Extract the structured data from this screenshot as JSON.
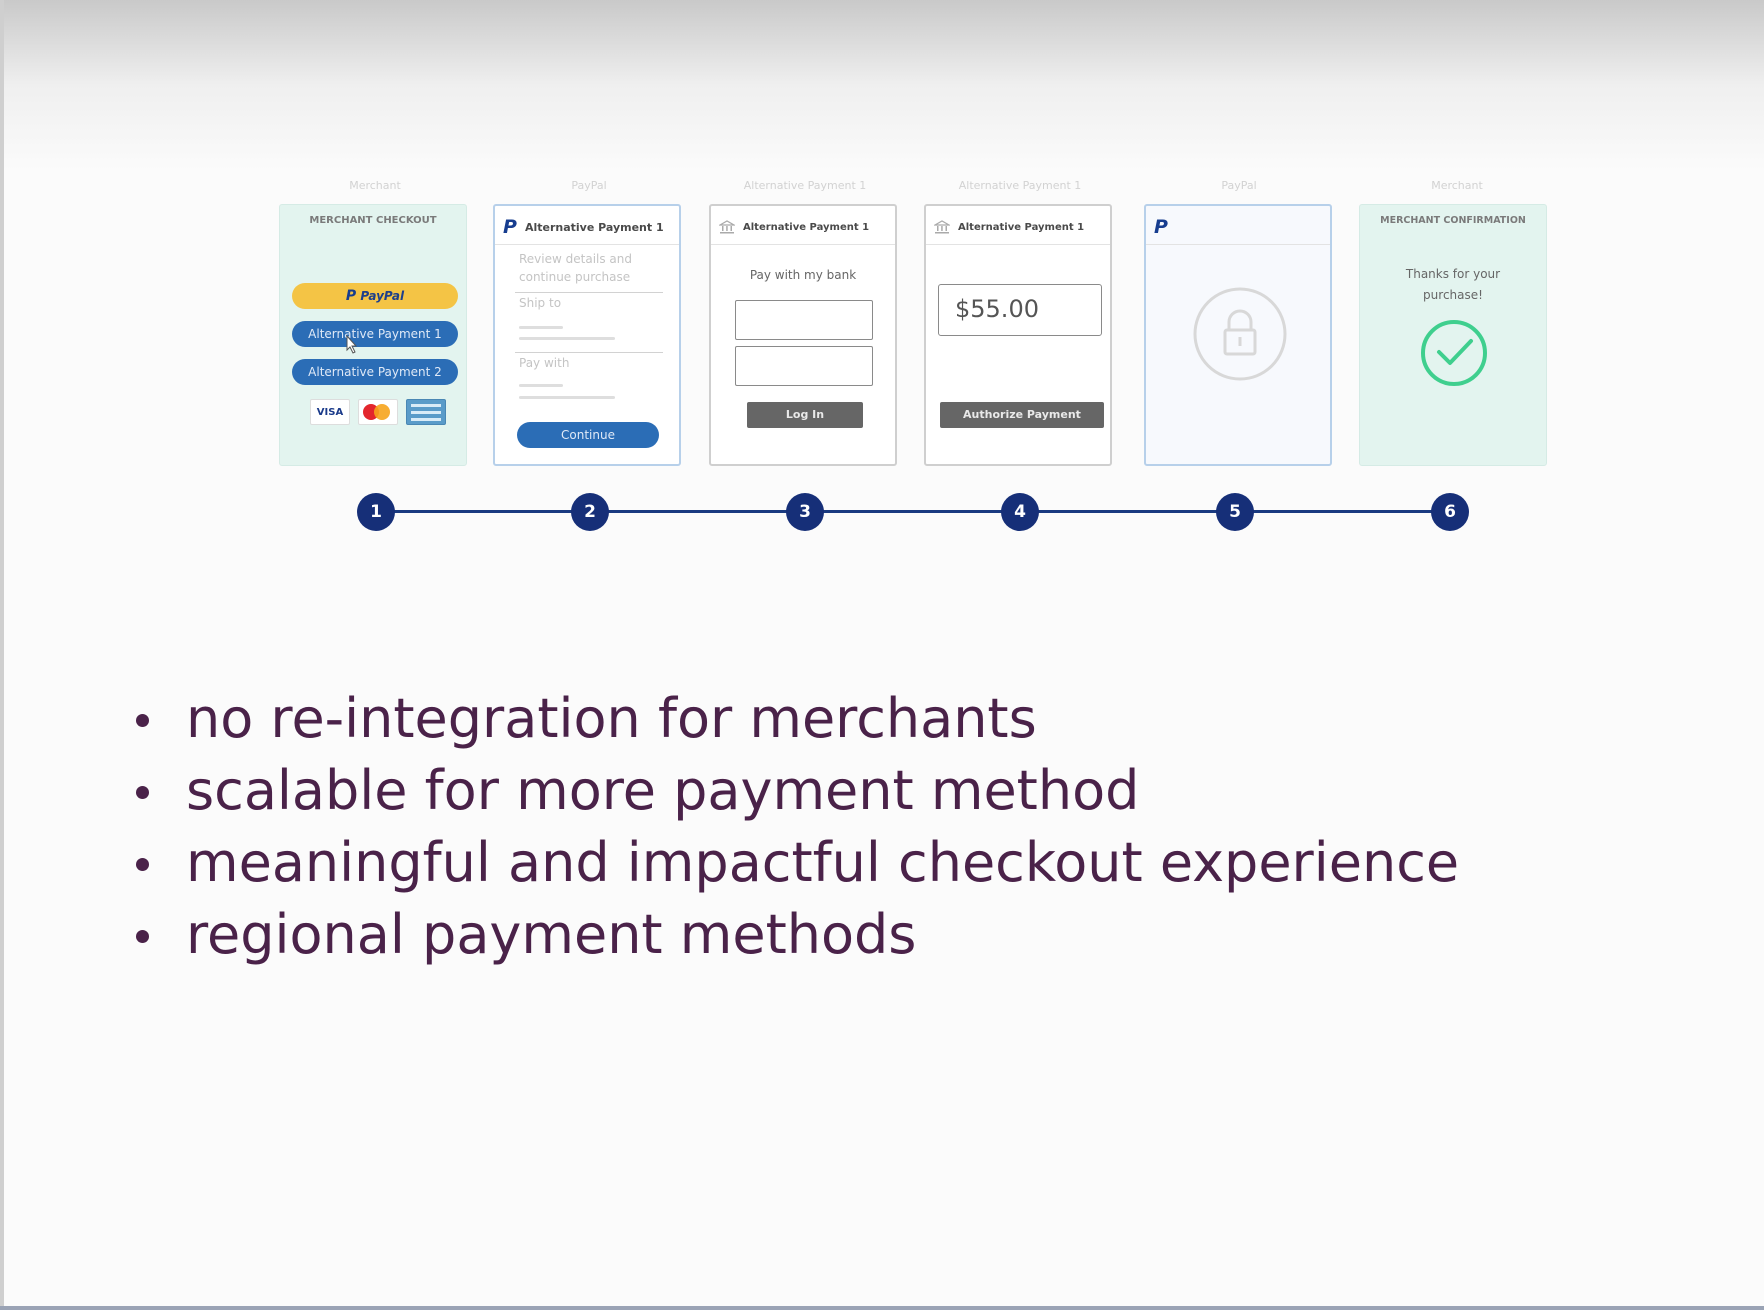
{
  "steps": [
    {
      "number": "1",
      "caption": "Merchant",
      "header": "MERCHANT CHECKOUT",
      "paypal_button": "PayPal",
      "alt_button_1": "Alternative Payment 1",
      "alt_button_2": "Alternative Payment 2",
      "card_logos": [
        "VISA",
        "mastercard",
        "amex"
      ]
    },
    {
      "number": "2",
      "caption": "PayPal",
      "header": "Alternative Payment 1",
      "review_text_1": "Review details and",
      "review_text_2": "continue purchase",
      "ship_to": "Ship to",
      "pay_with": "Pay with",
      "continue_button": "Continue"
    },
    {
      "number": "3",
      "caption": "Alternative Payment 1",
      "header": "Alternative Payment 1",
      "prompt": "Pay with my bank",
      "login_button": "Log In"
    },
    {
      "number": "4",
      "caption": "Alternative Payment 1",
      "header": "Alternative Payment 1",
      "amount": "$55.00",
      "authorize_button": "Authorize Payment"
    },
    {
      "number": "5",
      "caption": "PayPal",
      "icon": "lock-icon"
    },
    {
      "number": "6",
      "caption": "Merchant",
      "header": "MERCHANT CONFIRMATION",
      "thanks_1": "Thanks for your",
      "thanks_2": "purchase!",
      "icon": "check-circle-icon"
    }
  ],
  "bullets": [
    "no re-integration for merchants",
    "scalable for more payment method",
    "meaningful and impactful checkout experience",
    "regional payment methods"
  ],
  "colors": {
    "timeline": "#1a3a80",
    "bullet_text": "#4a2249",
    "merchant_card": "#e3f4ef",
    "paypal_yellow": "#f4c445",
    "button_blue": "#2b6db6",
    "confirm_green": "#3fcf8e"
  }
}
